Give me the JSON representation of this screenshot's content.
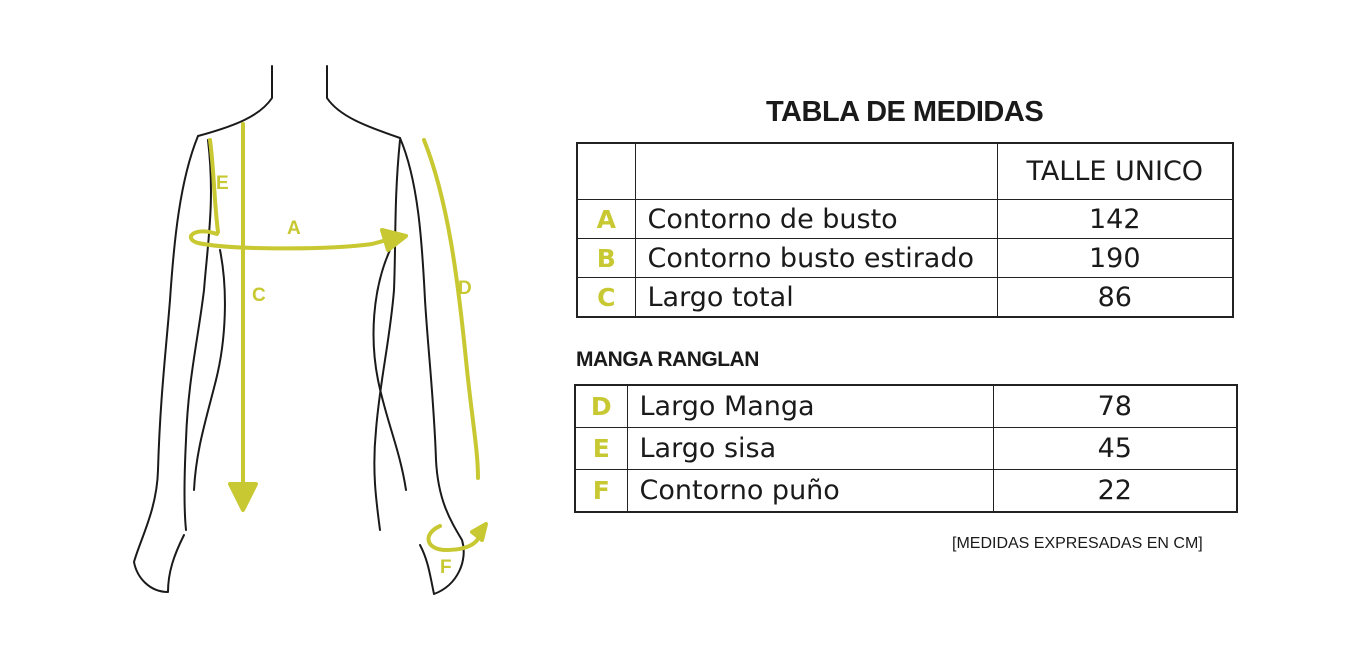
{
  "title": "TABLA DE MEDIDAS",
  "size_header": "TALLE UNICO",
  "body_rows": [
    {
      "letter": "A",
      "label": "Contorno de busto",
      "value": "142"
    },
    {
      "letter": "B",
      "label": "Contorno busto estirado",
      "value": "190"
    },
    {
      "letter": "C",
      "label": "Largo total",
      "value": "86"
    }
  ],
  "sleeve_title": "MANGA RANGLAN",
  "sleeve_rows": [
    {
      "letter": "D",
      "label": "Largo Manga",
      "value": "78"
    },
    {
      "letter": "E",
      "label": "Largo sisa",
      "value": "45"
    },
    {
      "letter": "F",
      "label": "Contorno puño",
      "value": "22"
    }
  ],
  "units_note": "[MEDIDAS EXPRESADAS EN CM]",
  "diagram_labels": {
    "a": "A",
    "c": "C",
    "d": "D",
    "e": "E",
    "f": "F"
  },
  "colors": {
    "accent": "#c8c832",
    "outline": "#1a1a1a"
  }
}
